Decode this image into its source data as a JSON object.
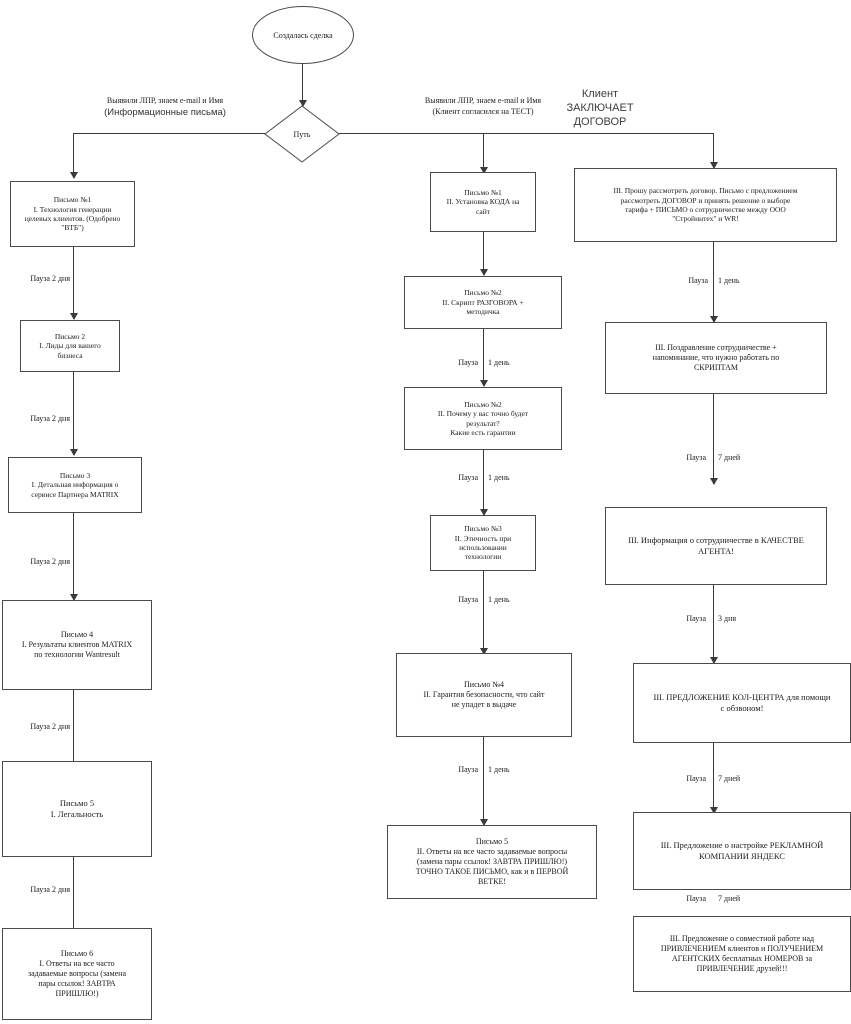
{
  "diagram": {
    "title_node": {
      "label": "Создалась сделка"
    },
    "decision": {
      "label": "Путь"
    },
    "branch_labels": {
      "left": {
        "line1": "Выявили ЛПР, знаем e-mail и Имя",
        "line2": "(Информационные письма)"
      },
      "middle": {
        "line1": "Выявили ЛПР, знаем e-mail и Имя",
        "line2": "(Клиент согласился на ТЕСТ)"
      },
      "right": {
        "line1": "Клиент",
        "line2": "ЗАКЛЮЧАЕТ",
        "line3": "ДОГОВОР"
      }
    },
    "columns": [
      {
        "id": "branch-1",
        "name": "informational-letters",
        "nodes": [
          {
            "id": "l1",
            "lines": [
              "Письмо №1",
              "I. Технология генерации",
              "целевых клиентов. (Одобрено",
              "\"ВТБ\")"
            ]
          },
          {
            "id": "l2",
            "lines": [
              "Письмо 2",
              "I. Лиды для вашего",
              "бизнеса"
            ]
          },
          {
            "id": "l3",
            "lines": [
              "Письмо 3",
              "I. Детальная информация о",
              "сервисе Партнера MATRIX"
            ]
          },
          {
            "id": "l4",
            "lines": [
              "Письмо 4",
              "I. Результаты клиентов MATRIX",
              "по технологии Wantresult"
            ]
          },
          {
            "id": "l5",
            "lines": [
              "Письмо 5",
              "I. Легальность"
            ]
          },
          {
            "id": "l6",
            "lines": [
              "Письмо 6",
              "I. Ответы на все часто",
              "задаваемые вопросы (замена",
              "пары ссылок! ЗАВТРА",
              "ПРИШЛЮ!)"
            ]
          }
        ],
        "pauses": [
          {
            "word": "Пауза",
            "value": "2 дня"
          },
          {
            "word": "Пауза",
            "value": "2 дня"
          },
          {
            "word": "Пауза",
            "value": "2 дня"
          },
          {
            "word": "Пауза",
            "value": "2 дня"
          },
          {
            "word": "Пауза",
            "value": "2 дня"
          }
        ]
      },
      {
        "id": "branch-2",
        "name": "client-agreed-to-test",
        "nodes": [
          {
            "id": "m1",
            "lines": [
              "Письмо №1",
              "II. Установка КОДА на",
              "сайт"
            ]
          },
          {
            "id": "m2",
            "lines": [
              "Письмо №2",
              "II. Скрипт РАЗГОВОРА +",
              "методичка"
            ]
          },
          {
            "id": "m3",
            "lines": [
              "Письмо №2",
              "II. Почему у вас точно будет",
              "результат?",
              "Какие есть гарантии"
            ]
          },
          {
            "id": "m4",
            "lines": [
              "Письмо №3",
              "II. Этичность при",
              "использовании",
              "технологии"
            ]
          },
          {
            "id": "m5",
            "lines": [
              "Письмо №4",
              "II. Гарантия безопасности, что сайт",
              "не упадет в выдаче"
            ]
          },
          {
            "id": "m6",
            "lines": [
              "Письмо 5",
              "II. Ответы на все часто задаваемые вопросы",
              "(замена пары ссылок! ЗАВТРА ПРИШЛЮ!)",
              "ТОЧНО ТАКОЕ ПИСЬМО, как и в ПЕРВОЙ",
              "ВЕТКЕ!"
            ]
          }
        ],
        "pauses": [
          {
            "word": "",
            "value": ""
          },
          {
            "word": "Пауза",
            "value": "1 день"
          },
          {
            "word": "Пауза",
            "value": "1 день"
          },
          {
            "word": "Пауза",
            "value": "1 день"
          },
          {
            "word": "Пауза",
            "value": "1 день"
          }
        ]
      },
      {
        "id": "branch-3",
        "name": "client-signs-contract",
        "nodes": [
          {
            "id": "r1",
            "lines": [
              "III. Прошу рассмотреть договор. Письмо с предложением",
              "рассмотреть ДОГОВОР и принять решение о выборе",
              "тарифа + ПИСЬМО о сотрудничестве между ООО",
              "\"Стройинтех\" и WR!"
            ]
          },
          {
            "id": "r2",
            "lines": [
              "III. Поздравление сотрудничестве +",
              "напоминание, что нужно работать по",
              "СКРИПТАМ"
            ]
          },
          {
            "id": "r3",
            "lines": [
              "III. Информация о сотрудничестве в КАЧЕСТВЕ",
              "АГЕНТА!"
            ]
          },
          {
            "id": "r4",
            "lines": [
              "III. ПРЕДЛОЖЕНИЕ КОЛ-ЦЕНТРА для помощи",
              "с обзвоном!"
            ]
          },
          {
            "id": "r5",
            "lines": [
              "III. Предложение о настройке РЕКЛАМНОЙ",
              "КОМПАНИИ ЯНДЕКС"
            ]
          },
          {
            "id": "r6",
            "lines": [
              "III. Предложение о совместной работе над",
              "ПРИВЛЕЧЕНИЕМ клиентов и ПОЛУЧЕНИЕМ",
              "АГЕНТСКИХ бесплатных НОМЕРОВ за",
              "ПРИВЛЕЧЕНИЕ друзей!!!"
            ]
          }
        ],
        "pauses": [
          {
            "word": "Пауза",
            "value": "1 день"
          },
          {
            "word": "Пауза",
            "value": "7 дней"
          },
          {
            "word": "Пауза",
            "value": "3 дня"
          },
          {
            "word": "Пауза",
            "value": "7 дней"
          },
          {
            "word": "Пауза",
            "value": "7 дней"
          }
        ]
      }
    ],
    "colors": {
      "stroke": "#4a4a4a",
      "line": "#3a3a3a",
      "text": "#1a1a1a",
      "background": "#ffffff"
    }
  }
}
